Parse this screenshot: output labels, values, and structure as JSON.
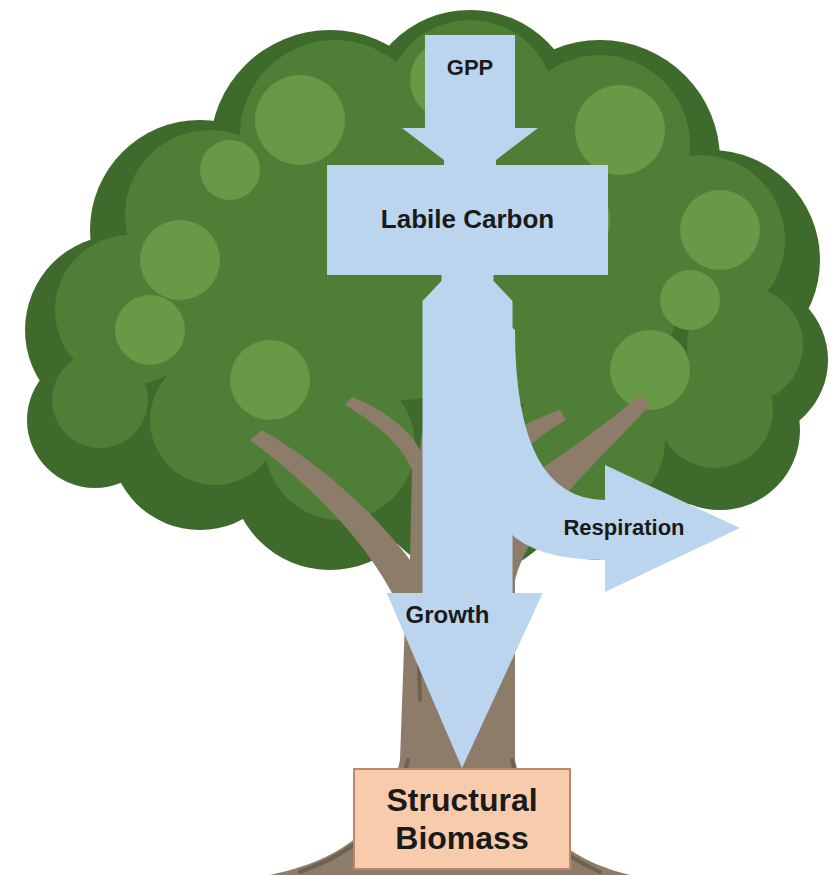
{
  "diagram": {
    "nodes": [
      {
        "text": [
          "Labile Carbon"
        ]
      },
      {
        "text": [
          "Structural Biomass"
        ]
      }
    ],
    "edges": [
      {
        "from": 0,
        "to": 1,
        "arrow": "to",
        "label": "Growth"
      }
    ],
    "labels": [
      "GPP",
      "Respiration"
    ]
  }
}
